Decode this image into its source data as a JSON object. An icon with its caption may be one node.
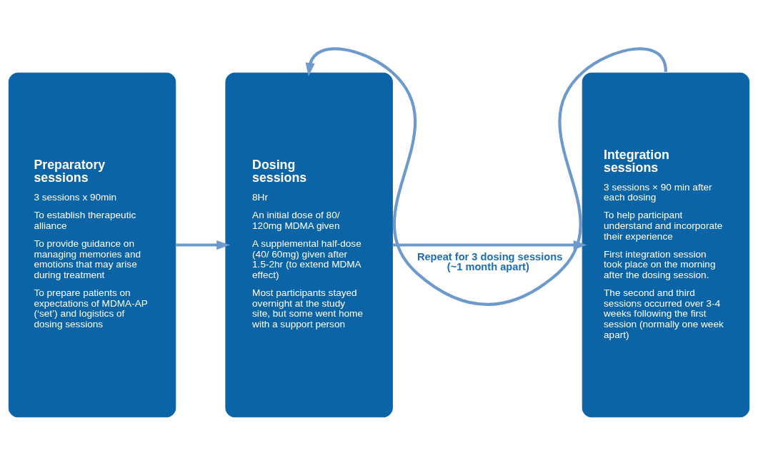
{
  "diagram": {
    "nodes": [
      {
        "text": [
          "Preparatory sessions",
          "3 sessions x 90min",
          "To establish therapeutic alliance",
          "To provide guidance on managing memories and emotions that may arise during treatment",
          "To prepare patients on expectations of MDMA-AP (‘set’) and logistics of dosing sessions"
        ]
      },
      {
        "text": [
          "Dosing sessions",
          "8Hr",
          "An initial dose of 80/ 120mg MDMA given",
          "A supplemental half-dose (40/ 60mg) given after 1.5-2hr (to extend MDMA effect)",
          "Most participants stayed overnight at the study site, but some went home with a support person"
        ]
      },
      {
        "text": [
          "Integration sessions",
          "3 sessions × 90 min after each dosing",
          "To help participant understand and incorporate their experience",
          "First integration session took place on the morning after the dosing session.",
          "The second and third sessions occurred over 3-4 weeks following the first session (normally one week apart)"
        ]
      }
    ],
    "edges": [
      {
        "from": 0,
        "to": 1,
        "arrow": "to"
      },
      {
        "from": 1,
        "to": 2,
        "arrow": "to"
      },
      {
        "from": 2,
        "to": 1,
        "arrow": "to",
        "label": "Repeat for 3 dosing sessions (~1 month apart)"
      }
    ]
  }
}
